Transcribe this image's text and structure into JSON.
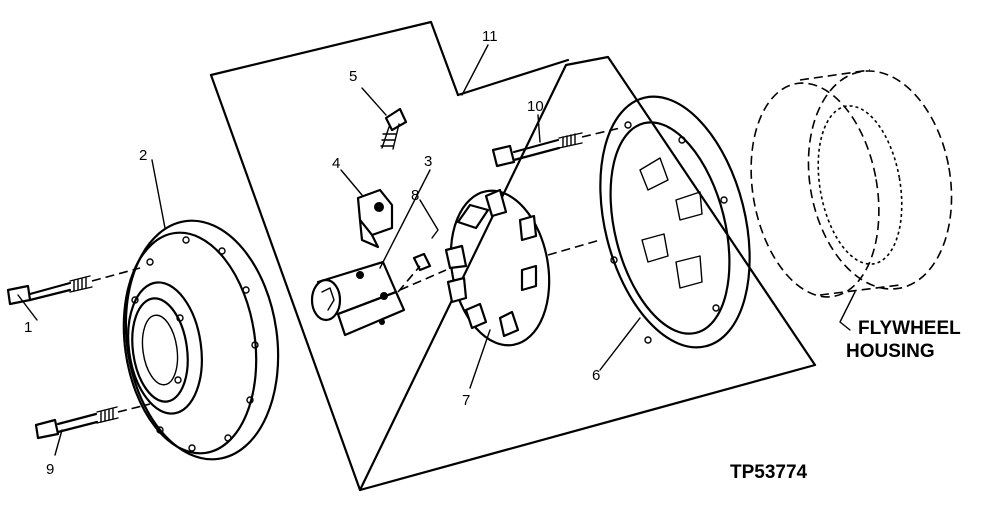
{
  "callouts": {
    "c1": "1",
    "c2": "2",
    "c3": "3",
    "c4": "4",
    "c5": "5",
    "c6": "6",
    "c7": "7",
    "c8": "8",
    "c9": "9",
    "c10": "10",
    "c11": "11"
  },
  "housing_label": {
    "line1": "FLYWHEEL",
    "line2": "HOUSING"
  },
  "figure_id": "TP53774"
}
